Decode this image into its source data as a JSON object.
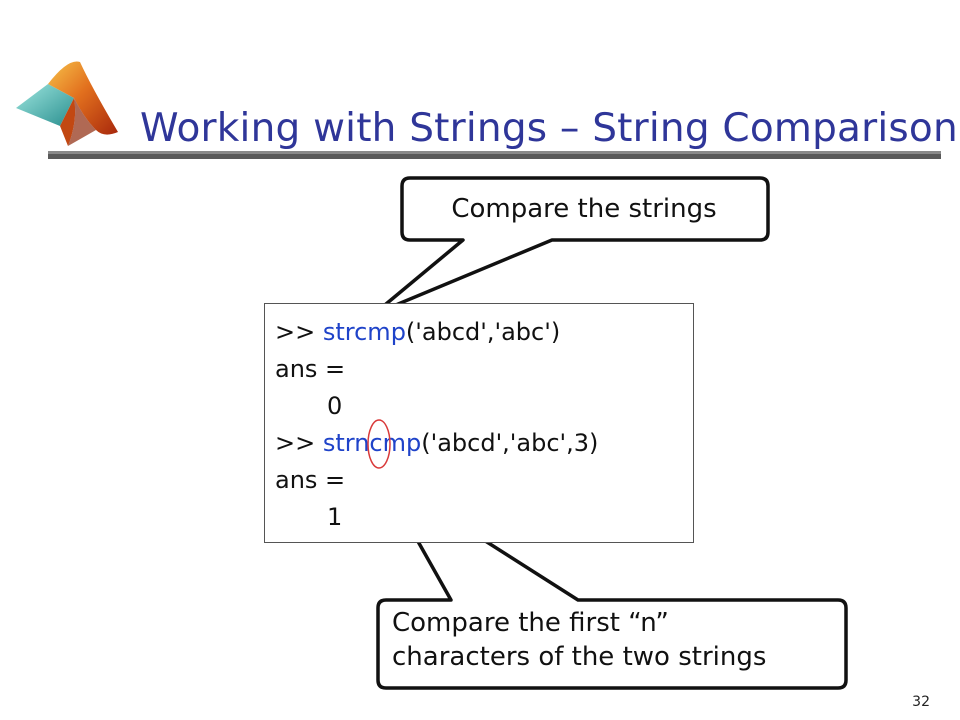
{
  "title": "Working with Strings – String Comparison",
  "logo": {
    "icon": "matlab-membrane-logo-icon"
  },
  "callouts": {
    "top": "Compare the strings",
    "bottom_line1": "Compare the first “n”",
    "bottom_line2": "characters of the two strings"
  },
  "code": {
    "line1_prompt": ">> ",
    "line1_fn": "strcmp",
    "line1_args": "('abcd','abc')",
    "line2": "ans =",
    "line3": "0",
    "line4_prompt": ">> ",
    "line4_fn": "strncmp",
    "line4_args": "('abcd','abc',3)",
    "line5": "ans =",
    "line6": "1"
  },
  "colors": {
    "title": "#2f3699",
    "function_name": "#1f43c9",
    "highlight_circle": "#d93a3a"
  },
  "page_number": "32"
}
